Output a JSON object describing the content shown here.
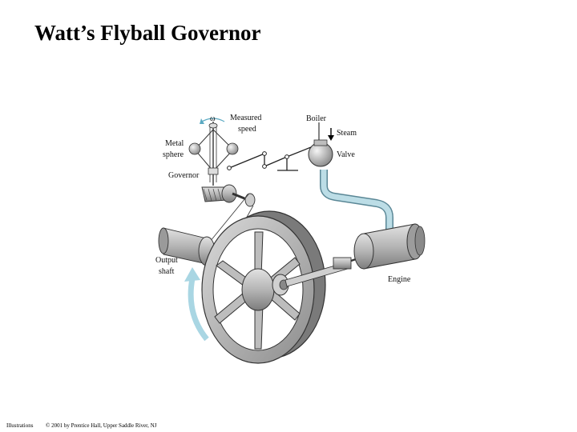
{
  "title": "Watt’s Flyball Governor",
  "labels": {
    "measured_speed_1": "Measured",
    "measured_speed_2": "speed",
    "omega": "ω",
    "metal_sphere_1": "Metal",
    "metal_sphere_2": "sphere",
    "governor": "Governor",
    "boiler": "Boiler",
    "steam": "Steam",
    "valve": "Valve",
    "output_shaft_1": "Output",
    "output_shaft_2": "shaft",
    "engine": "Engine"
  },
  "footer": {
    "section": "Illustrations",
    "copyright": "© 2001 by Prentice Hall, Upper Saddle River, NJ"
  },
  "colors": {
    "pipe": "#bcdde6",
    "metal": "#b9b9b9",
    "metal_dark": "#6e6e6e",
    "arrow": "#a9d6e3"
  }
}
